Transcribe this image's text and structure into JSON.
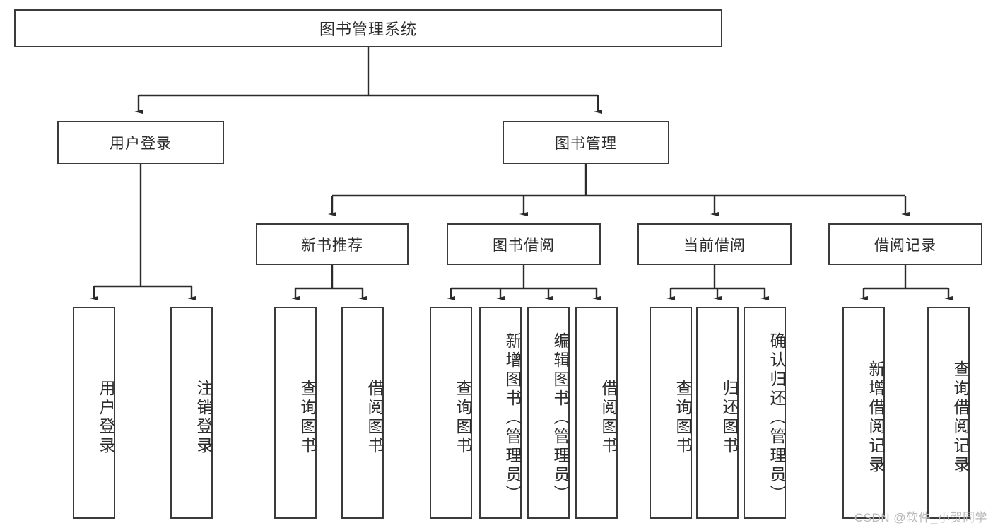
{
  "diagram": {
    "type": "tree",
    "title": "图书管理系统",
    "orientation": "top-down",
    "colors": {
      "box_border": "#3b3b3b",
      "box_fill": "#ffffff",
      "connector": "#2b2b2b",
      "watermark": "#b9b9b9"
    },
    "root": {
      "label": "图书管理系统"
    },
    "level2": [
      {
        "label": "用户登录"
      },
      {
        "label": "图书管理"
      }
    ],
    "level3": [
      {
        "label": "新书推荐"
      },
      {
        "label": "图书借阅"
      },
      {
        "label": "当前借阅"
      },
      {
        "label": "借阅记录"
      }
    ],
    "leaves": {
      "user_login": [
        {
          "label": "用户登录"
        },
        {
          "label": "注销登录"
        }
      ],
      "new_book_recommend": [
        {
          "label": "查询图书"
        },
        {
          "label": "借阅图书"
        }
      ],
      "book_borrow": [
        {
          "label": "查询图书"
        },
        {
          "label": "新增图书（管理员）"
        },
        {
          "label": "编辑图书（管理员）"
        },
        {
          "label": "借阅图书"
        }
      ],
      "current_borrow": [
        {
          "label": "查询图书"
        },
        {
          "label": "归还图书"
        },
        {
          "label": "确认归还（管理员）"
        }
      ],
      "borrow_record": [
        {
          "label": "新增借阅记录"
        },
        {
          "label": "查询借阅记录"
        }
      ]
    }
  },
  "watermark": {
    "text": "CSDN @软件_小贺同学"
  }
}
